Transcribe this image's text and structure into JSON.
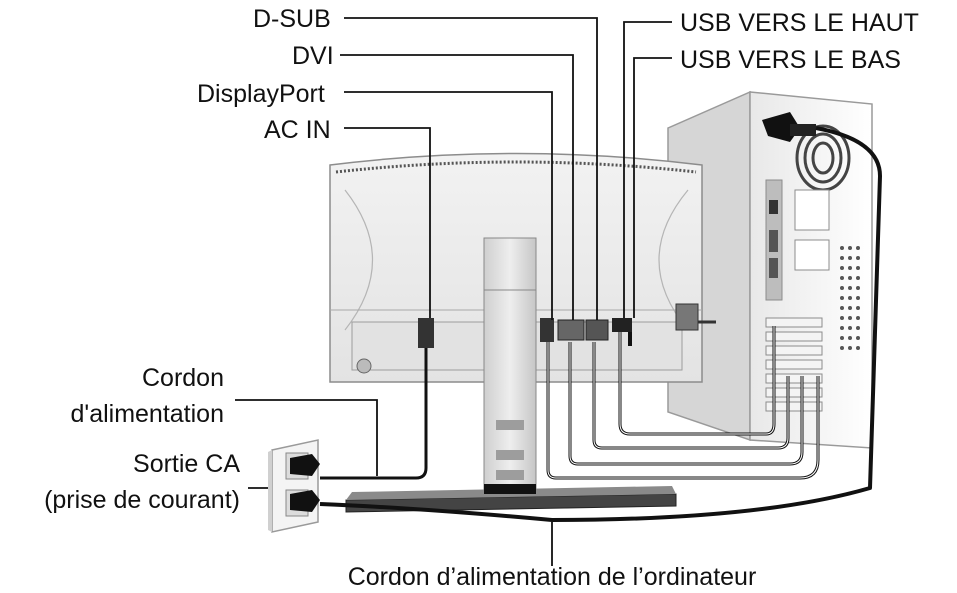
{
  "labels": {
    "d_sub": "D-SUB",
    "dvi": "DVI",
    "displayport": "DisplayPort",
    "ac_in": "AC IN",
    "usb_up": "USB VERS LE HAUT",
    "usb_down": "USB VERS LE BAS",
    "power_cord_line1": "Cordon",
    "power_cord_line2": "d'alimentation",
    "outlet_line1": "Sortie CA",
    "outlet_line2": "(prise de courant)",
    "computer_cord": "Cordon d’alimentation de l’ordinateur"
  }
}
